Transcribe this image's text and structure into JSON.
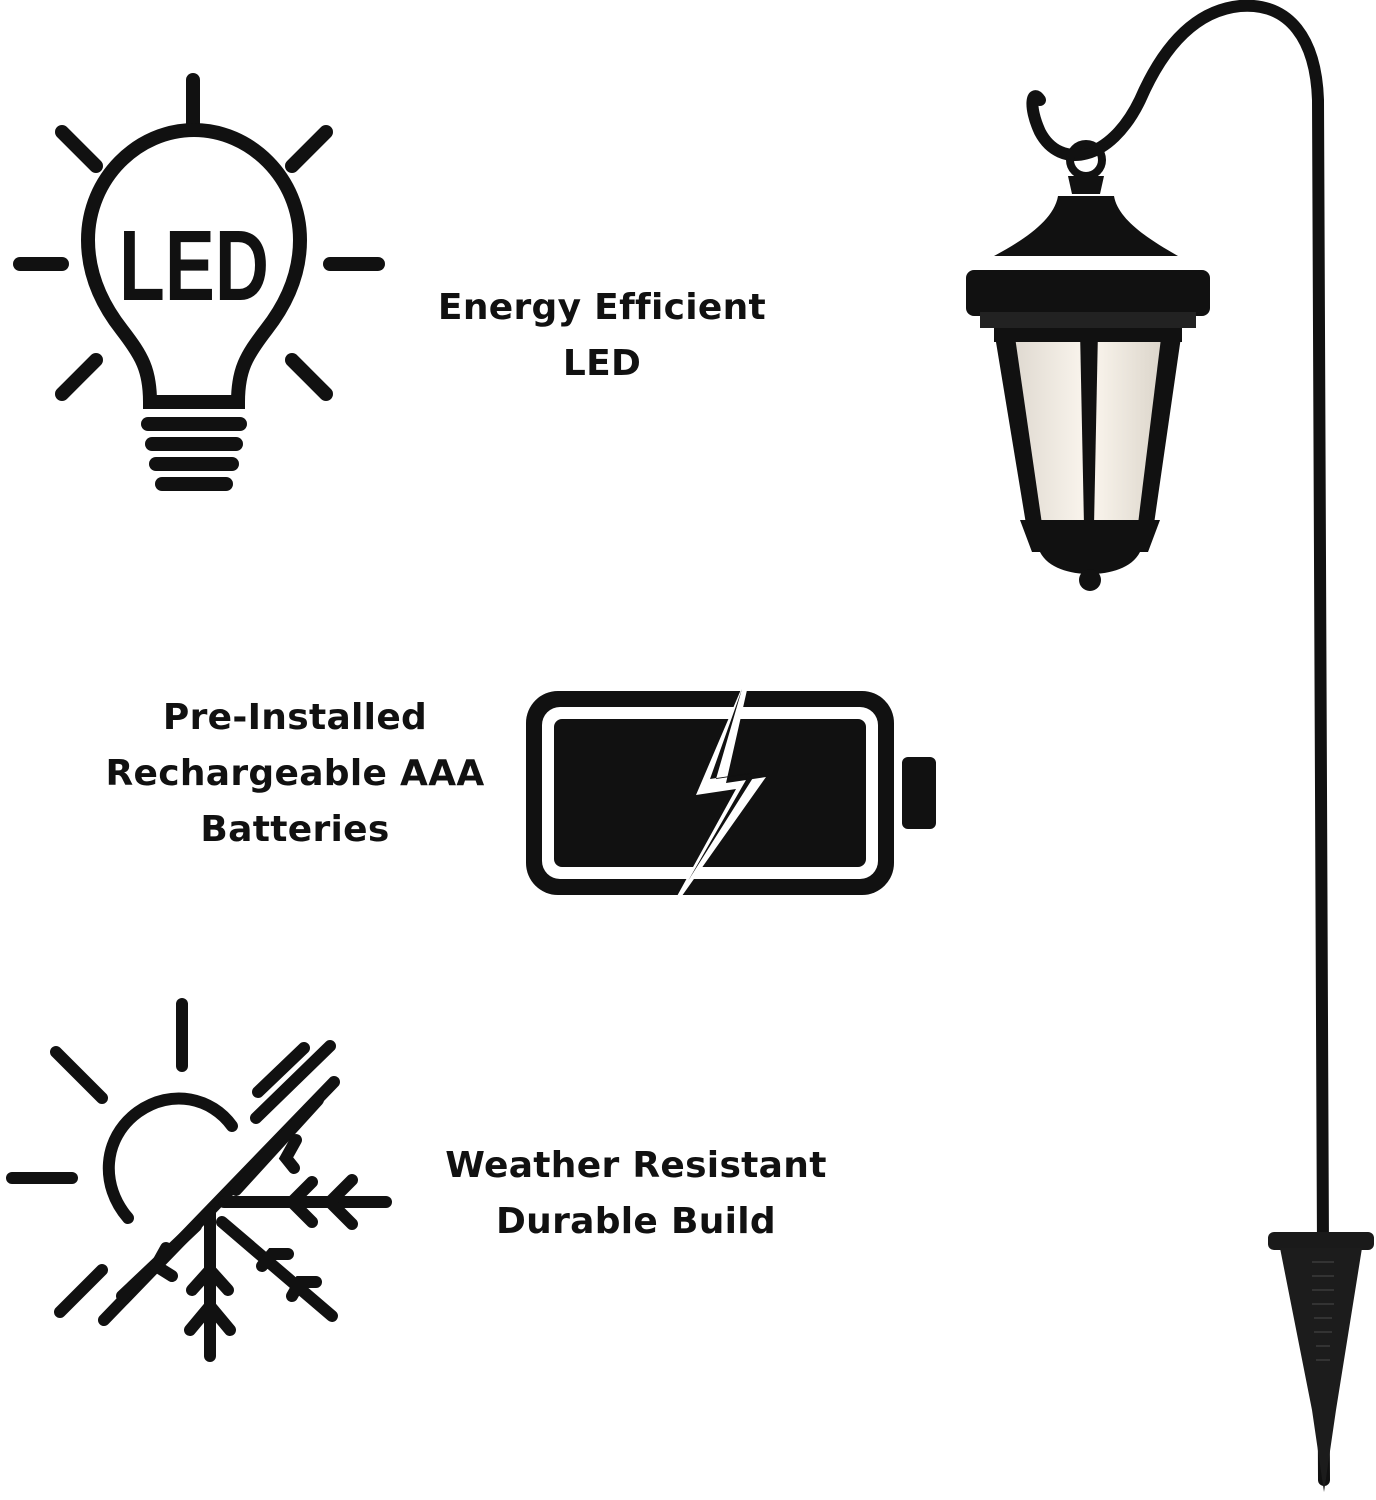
{
  "features": {
    "led": {
      "icon": "led-bulb-icon",
      "icon_text": "LED",
      "lines": [
        "Energy Efficient",
        "LED"
      ]
    },
    "battery": {
      "icon": "rechargeable-battery-icon",
      "lines": [
        "Pre-Installed",
        "Rechargeable AAA",
        "Batteries"
      ]
    },
    "weather": {
      "icon": "sun-snowflake-icon",
      "lines": [
        "Weather Resistant",
        "Durable Build"
      ]
    }
  },
  "product_image": "shepherd-hook-solar-lantern",
  "colors": {
    "ink": "#111111",
    "background": "#ffffff",
    "lantern_glass": "#f4ede2"
  }
}
